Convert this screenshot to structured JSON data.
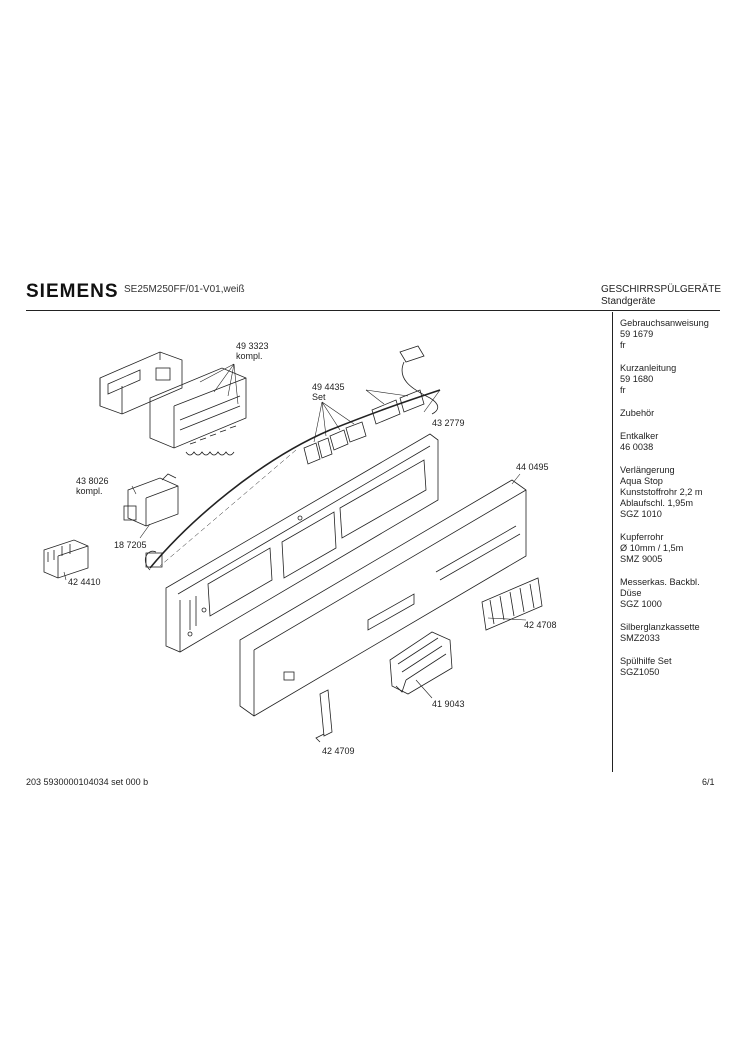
{
  "header": {
    "brand": "SIEMENS",
    "model": "SE25M250FF/01-V01,weiß",
    "category": [
      "GESCHIRRSPÜLGERÄTE",
      "Standgeräte"
    ]
  },
  "sidebar": [
    [
      "Gebrauchsanweisung",
      "59 1679",
      "fr"
    ],
    [
      "Kurzanleitung",
      "59 1680",
      "fr"
    ],
    [
      "Zubehör"
    ],
    [
      "Entkalker",
      "46 0038"
    ],
    [
      "Verlängerung",
      "Aqua  Stop",
      "Kunststoffrohr 2,2 m",
      "Ablaufschl. 1,95m",
      "SGZ 1010"
    ],
    [
      "Kupferrohr",
      "Ø 10mm / 1,5m",
      "SMZ 9005"
    ],
    [
      "Messerkas. Backbl.",
      "Düse",
      "SGZ 1000"
    ],
    [
      "Silberglanzkassette",
      "SMZ2033"
    ],
    [
      "Spülhilfe  Set",
      "SGZ1050"
    ]
  ],
  "parts": {
    "p1": [
      "49 3323",
      "kompl."
    ],
    "p2": [
      "49 4435",
      "Set"
    ],
    "p3": [
      "43 2779"
    ],
    "p4": [
      "43 8026",
      "kompl."
    ],
    "p5": [
      "18 7205"
    ],
    "p6": [
      "42 4410"
    ],
    "p7": [
      "44 0495"
    ],
    "p8": [
      "42 4708"
    ],
    "p9": [
      "41 9043"
    ],
    "p10": [
      "42 4709"
    ]
  },
  "footer": {
    "left": "203  5930000104034  set  000  b",
    "right": "6/1"
  }
}
